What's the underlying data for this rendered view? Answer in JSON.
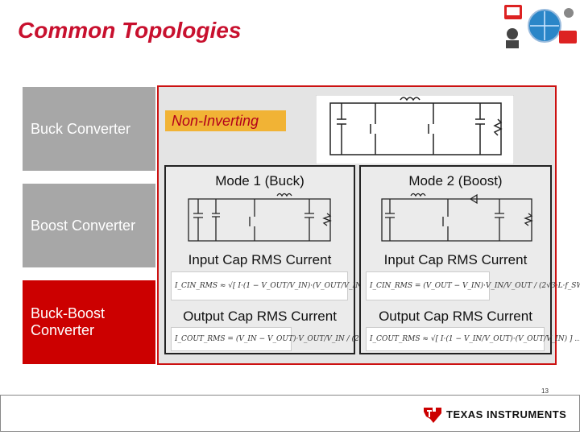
{
  "title": "Common Topologies",
  "sidebar": [
    {
      "label": "Buck Converter"
    },
    {
      "label": "Boost Converter"
    },
    {
      "label": "Buck-Boost Converter"
    }
  ],
  "topology_tag": "Non-Inverting",
  "mode1": {
    "title": "Mode 1 (Buck)",
    "input_label": "Input Cap RMS Current",
    "output_label": "Output Cap RMS Current"
  },
  "mode2": {
    "title": "Mode 2 (Boost)",
    "input_label": "Input Cap RMS Current",
    "output_label": "Output Cap RMS Current"
  },
  "footer": {
    "page_number": "13",
    "brand": "TEXAS INSTRUMENTS"
  },
  "colors": {
    "accent_red": "#cc0000",
    "title_red": "#c8102e",
    "sidebar_gray": "#a7a7a7",
    "tag_yellow": "#f1b335"
  }
}
